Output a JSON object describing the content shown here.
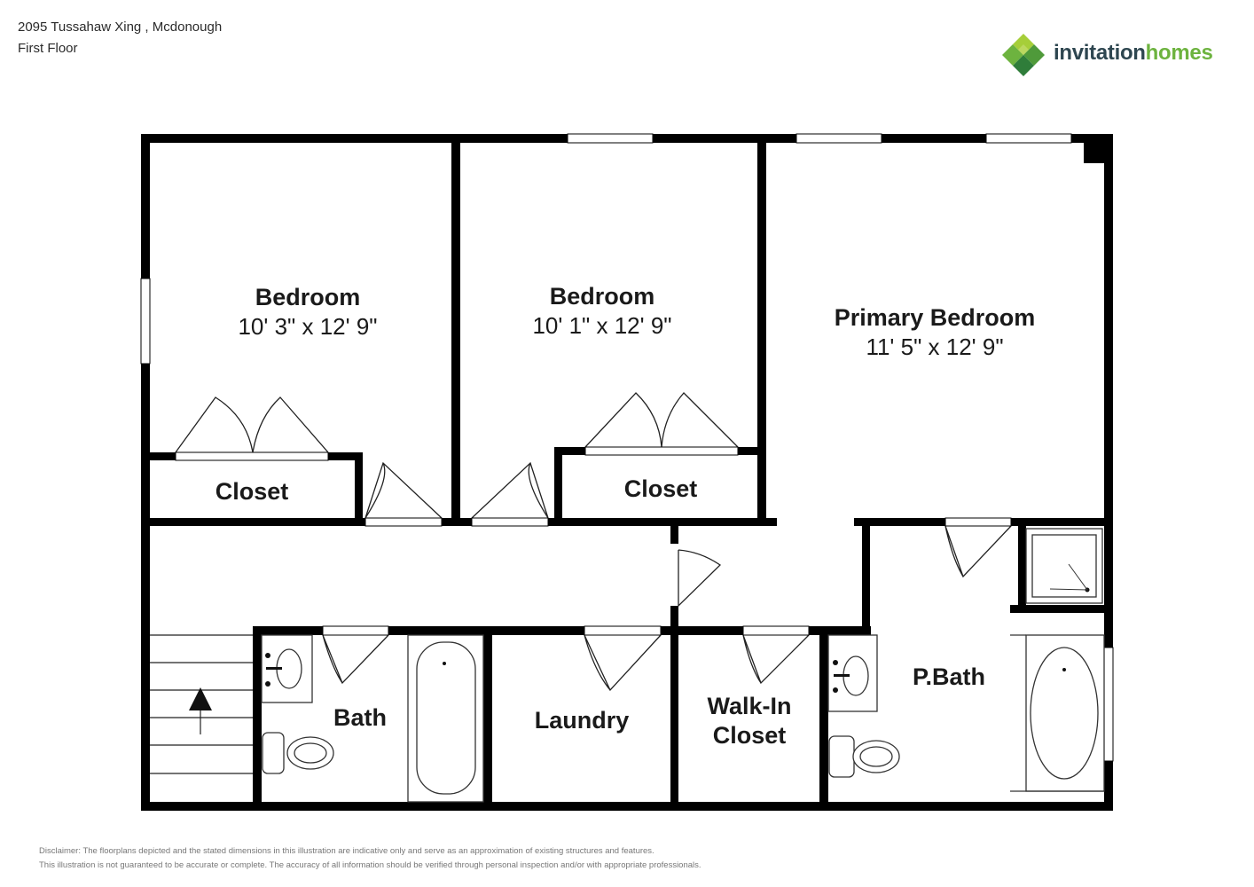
{
  "header": {
    "address": "2095 Tussahaw Xing , Mcdonough",
    "floor_label": "First Floor"
  },
  "logo": {
    "word_a": "invitation",
    "word_b": "homes",
    "icon": "diamond-cluster-logo-icon",
    "colors": {
      "dark": "#2e4650",
      "green": "#6db33f",
      "light_green": "#a6ce39"
    }
  },
  "rooms": {
    "bedroom_1": {
      "name": "Bedroom",
      "dims": "10' 3\" x 12' 9\""
    },
    "bedroom_2": {
      "name": "Bedroom",
      "dims": "10' 1\" x 12' 9\""
    },
    "primary_bedroom": {
      "name": "Primary Bedroom",
      "dims": "11' 5\" x 12' 9\""
    },
    "closet_1": {
      "name": "Closet"
    },
    "closet_2": {
      "name": "Closet"
    },
    "bath": {
      "name": "Bath"
    },
    "laundry": {
      "name": "Laundry"
    },
    "walk_in_closet": {
      "line1": "Walk-In",
      "line2": "Closet"
    },
    "p_bath": {
      "name": "P.Bath"
    }
  },
  "disclaimer": {
    "line1": "Disclaimer: The floorplans depicted and the stated dimensions in this illustration are indicative only and serve as an approximation of existing structures and features.",
    "line2": "This illustration is not guaranteed to be accurate or complete. The accuracy of all information should be verified through personal inspection and/or with appropriate professionals."
  },
  "colors": {
    "wall": "#000000",
    "fixture": "#333333"
  }
}
